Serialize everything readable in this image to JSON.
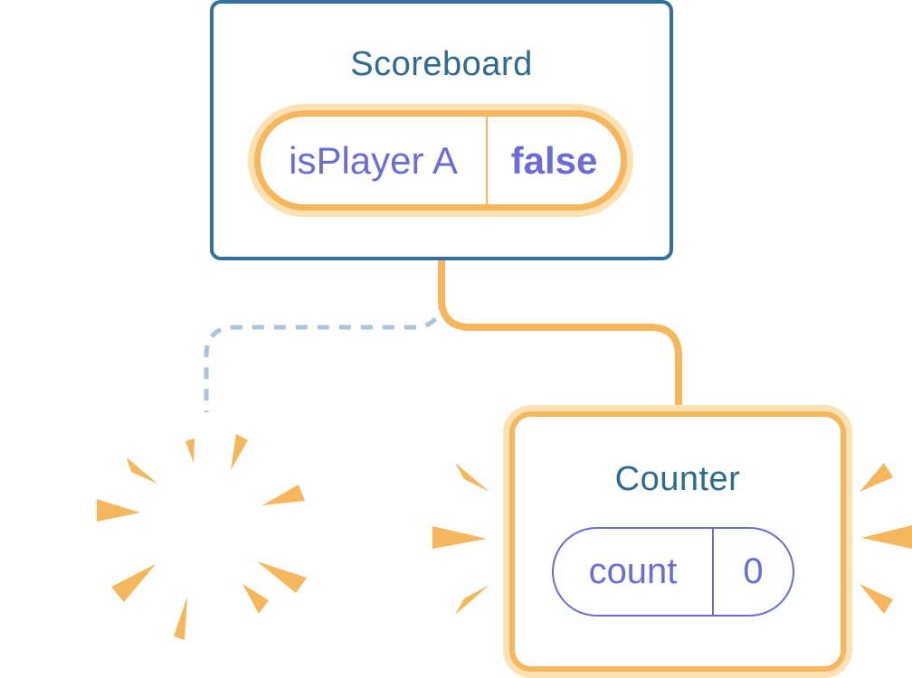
{
  "diagram": {
    "description": "React component tree state diagram: Scoreboard parent with one child destroyed and a new Counter created"
  },
  "scoreboard": {
    "title": "Scoreboard",
    "state": {
      "label": "isPlayer A",
      "value": "false"
    }
  },
  "counter": {
    "title": "Counter",
    "state": {
      "label": "count",
      "value": "0"
    }
  },
  "icons": {
    "sparkles": "sparkles-icon (new state highlight)",
    "explosion": "explosion-burst-icon (destroyed component)",
    "emphasis": "emphasis-burst-icon (newly created component)"
  },
  "colors": {
    "card_border_blue": "#2F709D",
    "title_teal": "#2D6B90",
    "state_purple": "#6C6CD8",
    "highlight_orange": "#F6B75C",
    "highlight_orange_glow": "#FBE1B3",
    "dashed_connector_blue": "#A8C5DC",
    "card_background": "#FFFFFF"
  }
}
